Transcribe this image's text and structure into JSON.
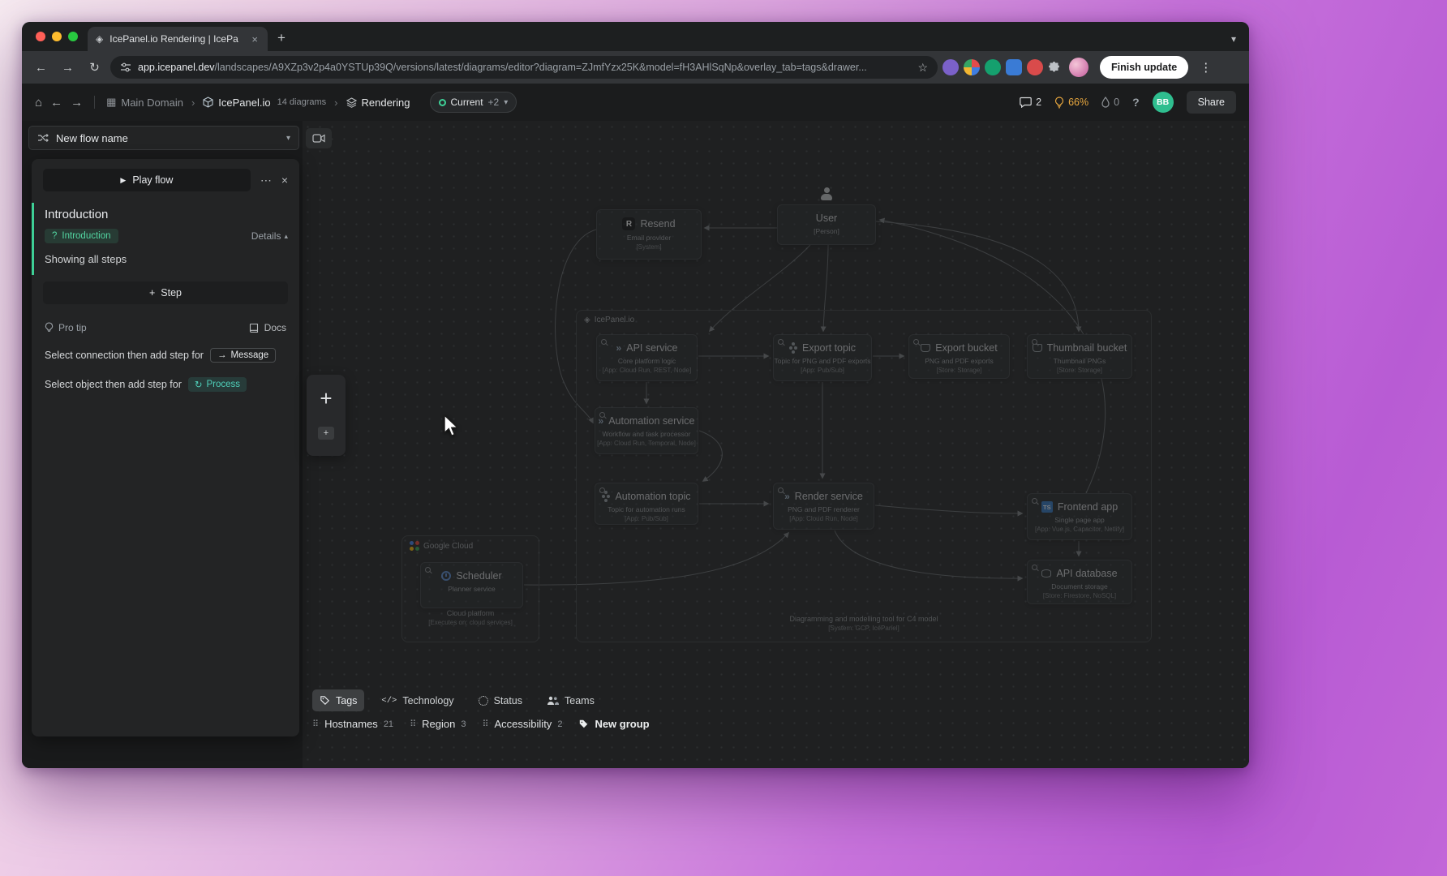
{
  "browser": {
    "tab": {
      "title": "IcePanel.io Rendering | IcePa"
    },
    "url_domain": "app.icepanel.dev",
    "url_path": "/landscapes/A9XZp3v2p4a0YSTUp39Q/versions/latest/diagrams/editor?diagram=ZJmfYzx25K&model=fH3AHlSqNp&overlay_tab=tags&drawer...",
    "finish_update_label": "Finish update"
  },
  "header": {
    "breadcrumb": {
      "domain": "Main Domain",
      "project": "IcePanel.io",
      "diagram_count": "14 diagrams",
      "page": "Rendering"
    },
    "version": {
      "label": "Current",
      "extra": "+2"
    },
    "comments_count": "2",
    "bulb_percent": "66%",
    "flags_count": "0",
    "avatar_initials": "BB",
    "share_label": "Share"
  },
  "flow_panel": {
    "flow_select_value": "New flow name",
    "play_button": "Play flow",
    "section_title": "Introduction",
    "intro_chip": "Introduction",
    "details_label": "Details",
    "showing_label": "Showing all steps",
    "add_step_label": "Step",
    "pro_tip_label": "Pro tip",
    "docs_label": "Docs",
    "hint_connection": "Select connection then add step for",
    "hint_connection_chip": "Message",
    "hint_object": "Select object then add step for",
    "hint_object_chip": "Process"
  },
  "overlay_bar": {
    "tabs": [
      {
        "label": "Tags"
      },
      {
        "label": "Technology"
      },
      {
        "label": "Status"
      },
      {
        "label": "Teams"
      }
    ],
    "groups": [
      {
        "label": "Hostnames",
        "count": "21"
      },
      {
        "label": "Region",
        "count": "3"
      },
      {
        "label": "Accessibility",
        "count": "2"
      }
    ],
    "new_group_label": "New group"
  },
  "diagram": {
    "groups": {
      "icepanel": {
        "label": "IcePanel.io",
        "caption": "Diagramming and modelling tool for C4 model",
        "caption_tag": "[System: GCP, IcePanel]"
      },
      "google_cloud": {
        "label": "Google Cloud",
        "caption": "Cloud platform",
        "caption_tag": "[Executes on: cloud services]"
      }
    },
    "nodes": {
      "resend": {
        "title": "Resend",
        "subtitle": "Email provider",
        "tag": "[System]",
        "logo": "R"
      },
      "user": {
        "title": "User",
        "subtitle": "[Person]"
      },
      "api_service": {
        "title": "API service",
        "subtitle": "Core platform logic",
        "tag": "[App: Cloud Run, REST, Node]"
      },
      "export_topic": {
        "title": "Export topic",
        "subtitle": "Topic for PNG and PDF exports",
        "tag": "[App: Pub/Sub]"
      },
      "export_bucket": {
        "title": "Export bucket",
        "subtitle": "PNG and PDF exports",
        "tag": "[Store: Storage]"
      },
      "thumbnail_bucket": {
        "title": "Thumbnail bucket",
        "subtitle": "Thumbnail PNGs",
        "tag": "[Store: Storage]"
      },
      "automation_service": {
        "title": "Automation service",
        "subtitle": "Workflow and task processor",
        "tag": "[App: Cloud Run, Temporal, Node]"
      },
      "automation_topic": {
        "title": "Automation topic",
        "subtitle": "Topic for automation runs",
        "tag": "[App: Pub/Sub]"
      },
      "render_service": {
        "title": "Render service",
        "subtitle": "PNG and PDF renderer",
        "tag": "[App: Cloud Run, Node]"
      },
      "frontend_app": {
        "title": "Frontend app",
        "subtitle": "Single page app",
        "tag": "[App: Vue.js, Capacitor, Netlify]",
        "logo": "TS"
      },
      "api_database": {
        "title": "API database",
        "subtitle": "Document storage",
        "tag": "[Store: Firestore, NoSQL]"
      },
      "scheduler": {
        "title": "Scheduler",
        "subtitle": "Planner service"
      }
    }
  },
  "icons": {
    "home": "⌂",
    "back": "←",
    "forward": "→",
    "reload": "↻",
    "star": "☆",
    "new_tab": "+",
    "tab_chevron": "▾",
    "menu_dots": "⋮",
    "more_dots": "⋯",
    "close": "×",
    "chevron_down": "▾",
    "chevron_right": "›",
    "chevron_up": "▴",
    "play": "▶",
    "cube": "◈",
    "grid": "▦",
    "drag": "⠿",
    "plus": "+",
    "service": "»",
    "arrow_right": "→",
    "process": "↻",
    "question": "?",
    "code": "</>"
  },
  "colors": {
    "accent_green": "#3ecf96",
    "process_teal": "#4fd0ba",
    "warning_orange": "#eba93f",
    "ts_blue": "#3178c6"
  }
}
